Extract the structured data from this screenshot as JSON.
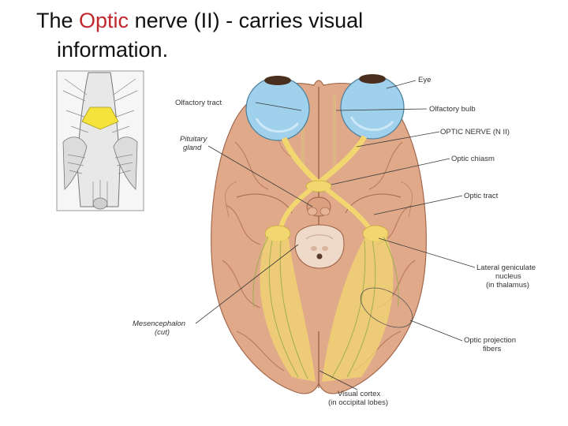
{
  "title": {
    "pre": "The ",
    "highlight": "Optic",
    "post": " nerve (II) - carries visual",
    "line2": "information.",
    "highlight_color": "#c0282d"
  },
  "labels": {
    "eye": "Eye",
    "olfactory_tract": "Olfactory tract",
    "olfactory_bulb": "Olfactory bulb",
    "pituitary_1": "Pituitary",
    "pituitary_2": "gland",
    "optic_nerve": "OPTIC NERVE (N II)",
    "optic_chiasm": "Optic chiasm",
    "optic_tract": "Optic tract",
    "lgn_1": "Lateral geniculate",
    "lgn_2": "nucleus",
    "lgn_3": "(in thalamus)",
    "mesencephalon_1": "Mesencephalon",
    "mesencephalon_2": "(cut)",
    "projection_1": "Optic projection",
    "projection_2": "fibers",
    "visual_cortex_1": "Visual cortex",
    "visual_cortex_2": "(in occipital lobes)"
  },
  "colors": {
    "brain": "#dfa98a",
    "brain_dark": "#b97a5c",
    "eye": "#9fd0ec",
    "nerve": "#f2d770",
    "title_text": "#111111"
  }
}
